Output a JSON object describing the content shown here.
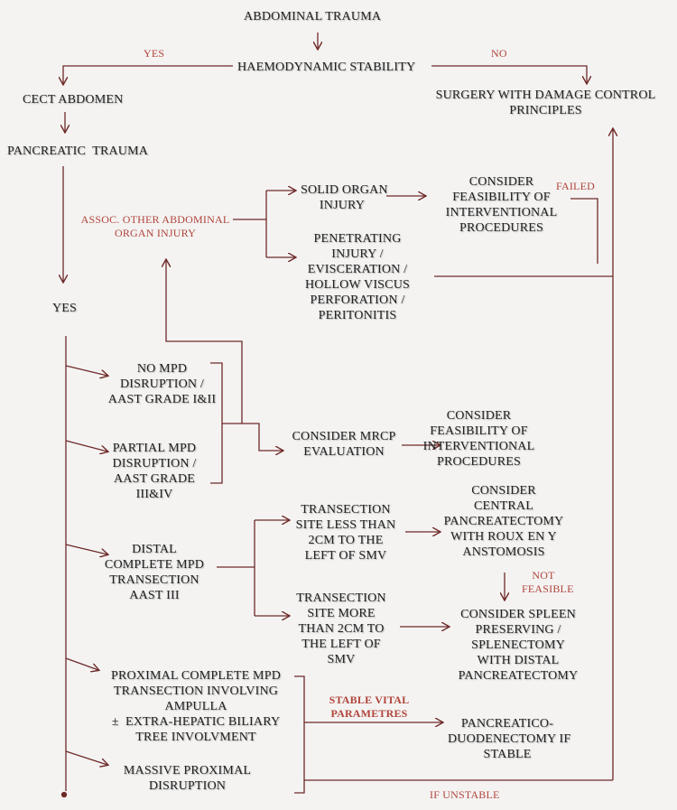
{
  "nodes": {
    "abdominal_trauma": "ABDOMINAL TRAUMA",
    "haemo_stability": "HAEMODYNAMIC STABILITY",
    "cect": "CECT ABDOMEN",
    "pancreatic_trauma": "PANCREATIC  TRAUMA",
    "surgery_damage": [
      "SURGERY WITH DAMAGE CONTROL",
      "PRINCIPLES"
    ],
    "assoc_injury": [
      "ASSOC. OTHER ABDOMINAL",
      "ORGAN INJURY"
    ],
    "solid_organ": [
      "SOLID ORGAN",
      "INJURY"
    ],
    "penetrating": [
      "PENETRATING",
      "INJURY /",
      "EVISCERATION /",
      "HOLLOW VISCUS",
      "PERFORATION /",
      "PERITONITIS"
    ],
    "interv_1": [
      "CONSIDER",
      "FEASIBILITY OF",
      "INTERVENTIONAL",
      "PROCEDURES"
    ],
    "yes_node": "YES",
    "no_mpd": [
      "NO MPD",
      "DISRUPTION /",
      "AAST GRADE I&II"
    ],
    "partial_mpd": [
      "PARTIAL MPD",
      "DISRUPTION /",
      "AAST GRADE",
      "III&IV"
    ],
    "mrcp": [
      "CONSIDER MRCP",
      "EVALUATION"
    ],
    "interv_2": [
      "CONSIDER",
      "FEASIBILITY OF",
      "INTERVENTIONAL",
      "PROCEDURES"
    ],
    "distal_mpd": [
      "DISTAL",
      "COMPLETE MPD",
      "TRANSECTION",
      "AAST III"
    ],
    "trans_less": [
      "TRANSECTION",
      "SITE LESS THAN",
      "2CM TO THE",
      "LEFT OF SMV"
    ],
    "central_panc": [
      "CONSIDER",
      "CENTRAL",
      "PANCREATECTOMY",
      "WITH ROUX EN Y",
      "ANSTOMOSIS"
    ],
    "trans_more": [
      "TRANSECTION",
      "SITE MORE",
      "THAN 2CM TO",
      "THE LEFT OF",
      "SMV"
    ],
    "spleen": [
      "CONSIDER SPLEEN",
      "PRESERVING /",
      "SPLENECTOMY",
      "WITH DISTAL",
      "PANCREATECTOMY"
    ],
    "proximal_mpd": [
      "PROXIMAL COMPLETE MPD",
      "TRANSECTION INVOLVING",
      "AMPULLA",
      "±  EXTRA-HEPATIC BILIARY",
      "TREE INVOLVMENT"
    ],
    "pd": [
      "PANCREATICO-",
      "DUODENECTOMY IF",
      "STABLE"
    ],
    "massive": [
      "MASSIVE PROXIMAL",
      "DISRUPTION"
    ]
  },
  "edge_labels": {
    "yes": "YES",
    "no": "NO",
    "failed": "FAILED",
    "not_feasible": [
      "NOT",
      "FEASIBLE"
    ],
    "stable_vital": [
      "STABLE VITAL",
      "PARAMETRES"
    ],
    "if_unstable": "IF UNSTABLE"
  },
  "colors": {
    "arrow": "#6e2a28",
    "label_red": "#b0443a",
    "text": "#222222",
    "background": "#f4f3f2"
  }
}
